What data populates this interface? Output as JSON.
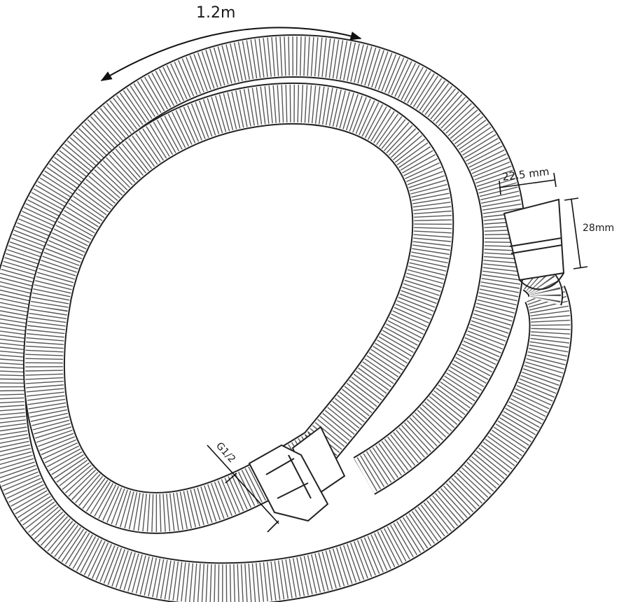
{
  "diagram": {
    "length_label": "1.2m",
    "outer_diameter_label": "22.5 mm",
    "connector_length_label": "28mm",
    "thread_label": "G1/2"
  },
  "colors": {
    "line": "#222222",
    "ribs": "#555555",
    "background": "#ffffff"
  }
}
